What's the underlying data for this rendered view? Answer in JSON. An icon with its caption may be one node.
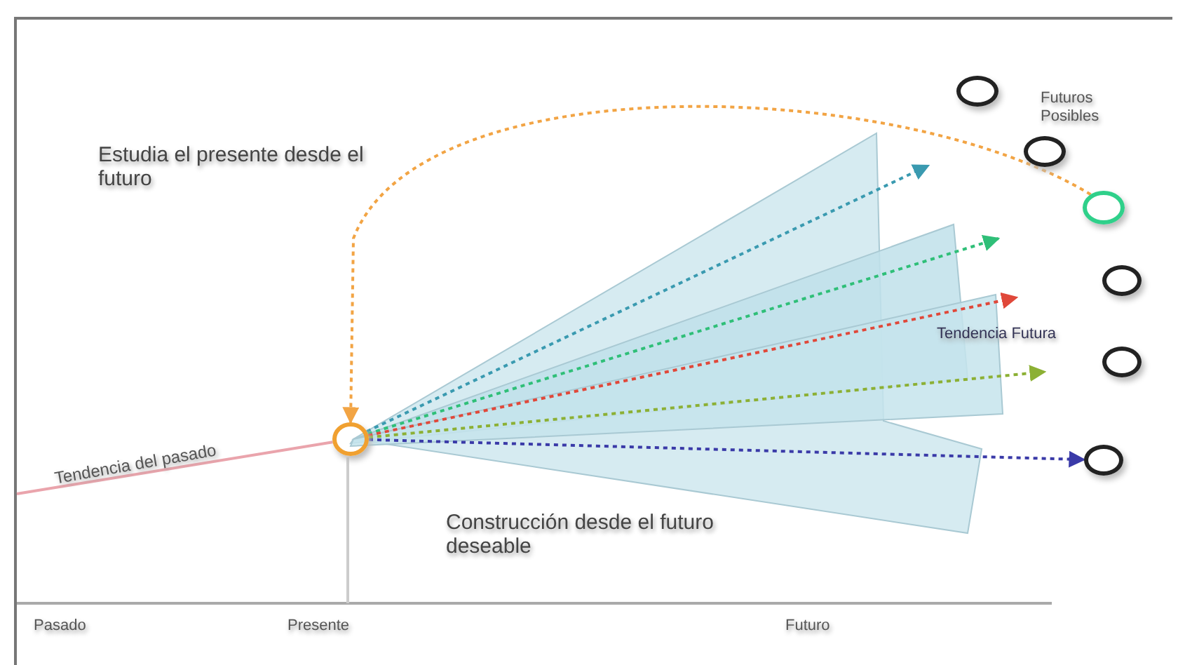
{
  "diagram": {
    "nodes": [
      {
        "text": [],
        "shape": "circle"
      },
      {
        "text": [],
        "shape": "circle"
      },
      {
        "text": [],
        "shape": "circle"
      },
      {
        "text": [],
        "shape": "circle"
      },
      {
        "text": [],
        "shape": "circle"
      },
      {
        "text": [],
        "shape": "circle"
      },
      {
        "text": [],
        "shape": "circle"
      }
    ],
    "edges": [
      {
        "from": 2,
        "to": 5,
        "arrow": "to",
        "style": "dashed",
        "color": "#f2a444"
      },
      {
        "from": 5,
        "to": null,
        "arrow": "to",
        "style": "dashed",
        "color": "#3a9ab0"
      },
      {
        "from": 5,
        "to": null,
        "arrow": "to",
        "style": "dashed",
        "color": "#2fbf78"
      },
      {
        "from": 5,
        "to": null,
        "arrow": "to",
        "style": "dashed",
        "color": "#e0483a"
      },
      {
        "from": 5,
        "to": null,
        "arrow": "to",
        "style": "dashed",
        "color": "#8cb034"
      },
      {
        "from": 5,
        "to": 6,
        "arrow": "to",
        "style": "dashed",
        "color": "#3a3aa8"
      },
      {
        "from": null,
        "to": 5,
        "arrow": "none",
        "label": "Tendencia del pasado",
        "color": "#eaa4ac"
      }
    ],
    "labels": [
      "Futuros Posibles",
      "Estudia el presente desde el futuro",
      "Tendencia Futura",
      "Construcción desde el futuro deseable",
      "Pasado",
      "Presente",
      "Futuro"
    ]
  }
}
